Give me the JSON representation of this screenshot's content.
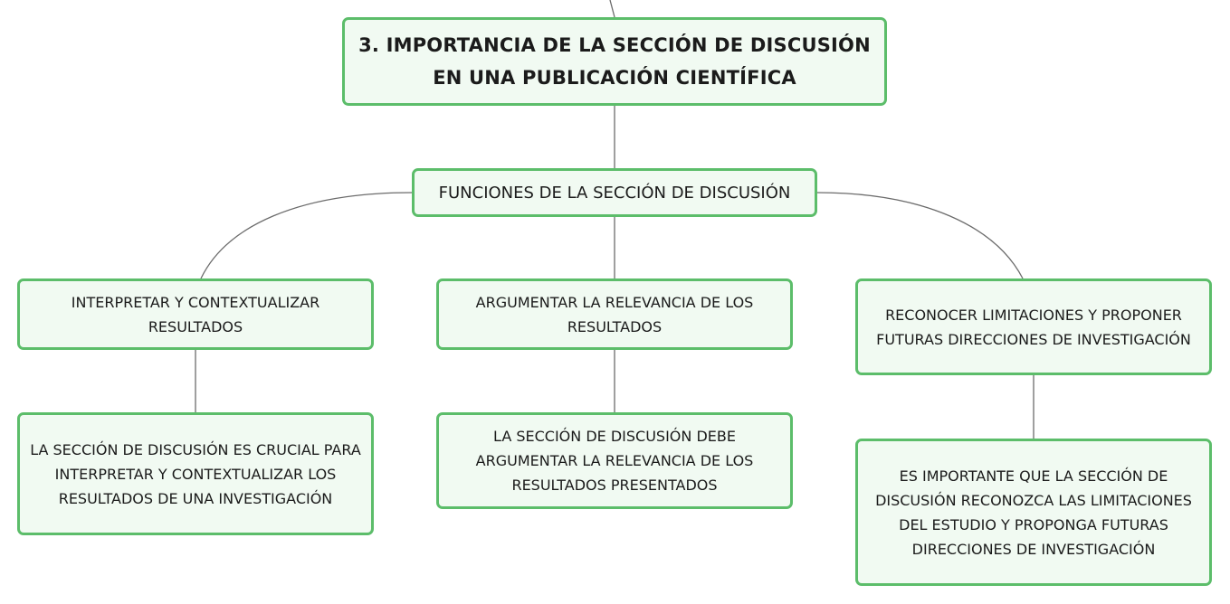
{
  "diagram": {
    "root": {
      "label": "3. IMPORTANCIA DE LA SECCIÓN DE DISCUSIÓN EN UNA PUBLICACIÓN CIENTÍFICA"
    },
    "functions": {
      "label": "FUNCIONES DE LA SECCIÓN DE DISCUSIÓN"
    },
    "branches": [
      {
        "label": "INTERPRETAR Y CONTEXTUALIZAR RESULTADOS",
        "detail": "LA SECCIÓN DE DISCUSIÓN ES CRUCIAL PARA INTERPRETAR Y CONTEXTUALIZAR LOS RESULTADOS DE UNA INVESTIGACIÓN"
      },
      {
        "label": "ARGUMENTAR LA RELEVANCIA DE LOS RESULTADOS",
        "detail": "LA SECCIÓN DE DISCUSIÓN DEBE ARGUMENTAR LA RELEVANCIA DE LOS RESULTADOS PRESENTADOS"
      },
      {
        "label": "RECONOCER LIMITACIONES Y PROPONER FUTURAS DIRECCIONES DE INVESTIGACIÓN",
        "detail": "ES IMPORTANTE QUE LA SECCIÓN DE DISCUSIÓN RECONOZCA LAS LIMITACIONES DEL ESTUDIO Y PROPONGA FUTURAS DIRECCIONES DE INVESTIGACIÓN"
      }
    ]
  },
  "colors": {
    "node_border": "#5cbd6a",
    "node_fill": "#f1faf2",
    "connector": "#6b6b6b",
    "text": "#1b1b1b"
  }
}
